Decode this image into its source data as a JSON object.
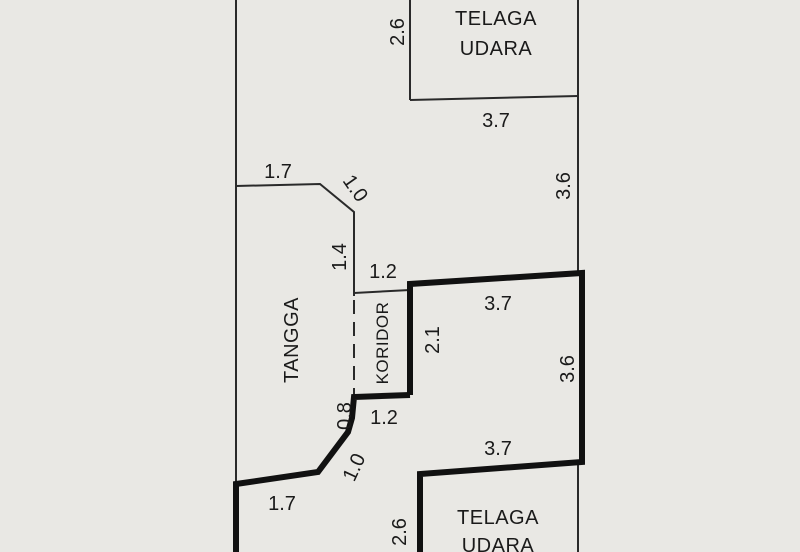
{
  "rooms": {
    "air_well_top": [
      "TELAGA",
      "UDARA"
    ],
    "air_well_bottom": [
      "TELAGA",
      "UDARA"
    ],
    "stairs": "TANGGA",
    "corridor": "KORIDOR"
  },
  "dimensions": {
    "air_well_top_height": "2.6",
    "air_well_top_width": "3.7",
    "upper_right_height": "3.6",
    "stair_top_width": "1.7",
    "stair_top_chamfer": "1.0",
    "stair_upper_height": "1.4",
    "corridor_top_width": "1.2",
    "room_top_width": "3.7",
    "corridor_right_height": "2.1",
    "room_right_height": "3.6",
    "stair_lower_step": "0.8",
    "corridor_bottom_width": "1.2",
    "room_bottom_width": "3.7",
    "stair_bottom_chamfer": "1.0",
    "stair_bottom_width": "1.7",
    "air_well_bottom_height": "2.6"
  }
}
